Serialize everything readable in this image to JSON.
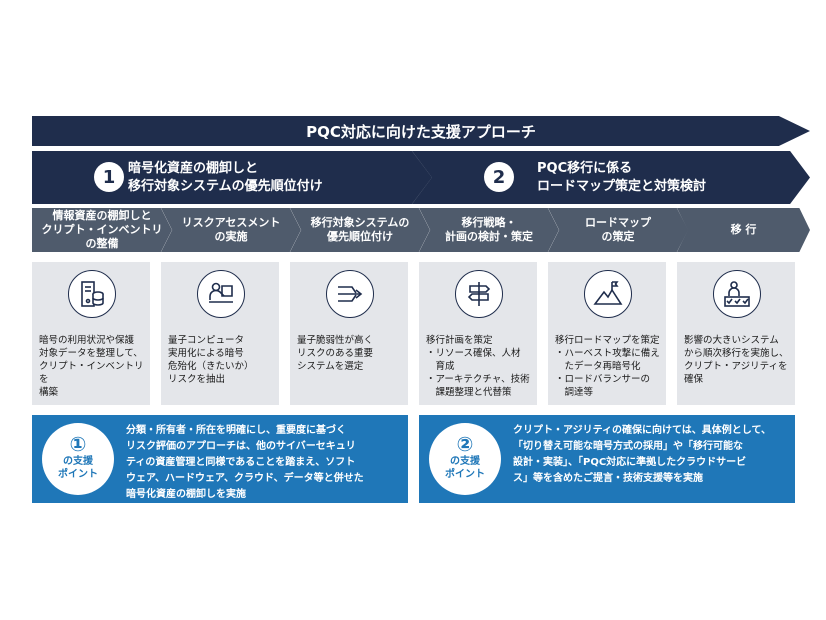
{
  "header": {
    "title": "PQC対応に向けた支援アプローチ"
  },
  "phases": [
    {
      "num": "1",
      "label": "暗号化資産の棚卸しと\n移行対象システムの優先順位付け"
    },
    {
      "num": "2",
      "label": "PQC移行に係る\nロードマップ策定と対策検討"
    }
  ],
  "steps": [
    "情報資産の棚卸しと\nクリプト・インベントリ\nの整備",
    "リスクアセスメント\nの実施",
    "移行対象システムの\n優先順位付け",
    "移行戦略・\n計画の検討・策定",
    "ロードマップ\nの策定",
    "移 行"
  ],
  "cards": [
    {
      "icon": "server-database-icon",
      "text": "暗号の利用状況や保護\n対象データを整理して、\nクリプト・インベントリを\n構築"
    },
    {
      "icon": "person-laptop-icon",
      "text": "量子コンピュータ\n実用化による暗号\n危殆化（きたいか）\nリスクを抽出"
    },
    {
      "icon": "arrows-right-icon",
      "text": "量子脆弱性が高く\nリスクのある重要\nシステムを選定"
    },
    {
      "icon": "signpost-icon",
      "text": "移行計画を策定\n・リソース確保、人材\n　育成\n・アーキテクチャ、技術\n　課題整理と代替策"
    },
    {
      "icon": "mountain-flag-icon",
      "text": "移行ロードマップを策定\n・ハーベスト攻撃に備え\n　たデータ再暗号化\n・ロードバランサーの\n　調達等"
    },
    {
      "icon": "person-checklist-icon",
      "text": "影響の大きいシステム\nから順次移行を実施し、\nクリプト・アジリティを\n確保"
    }
  ],
  "support": [
    {
      "num": "①",
      "label": "の支援\nポイント",
      "text": "分類・所有者・所在を明確にし、重要度に基づく\nリスク評価のアプローチは、他のサイバーセキュリ\nティの資産管理と同様であることを踏まえ、ソフト\nウェア、ハードウェア、クラウド、データ等と併せた\n暗号化資産の棚卸しを実施"
    },
    {
      "num": "②",
      "label": "の支援\nポイント",
      "text": "クリプト・アジリティの確保に向けては、具体例として、\n「切り替え可能な暗号方式の採用」や「移行可能な\n設計・実装」、「PQC対応に準拠したクラウドサービ\nス」等を含めたご提言・技術支援等を実施"
    }
  ],
  "colors": {
    "navy": "#1f2d4c",
    "slate": "#4f5b6c",
    "card": "#e4e6ea",
    "blue": "#1f77b8"
  }
}
